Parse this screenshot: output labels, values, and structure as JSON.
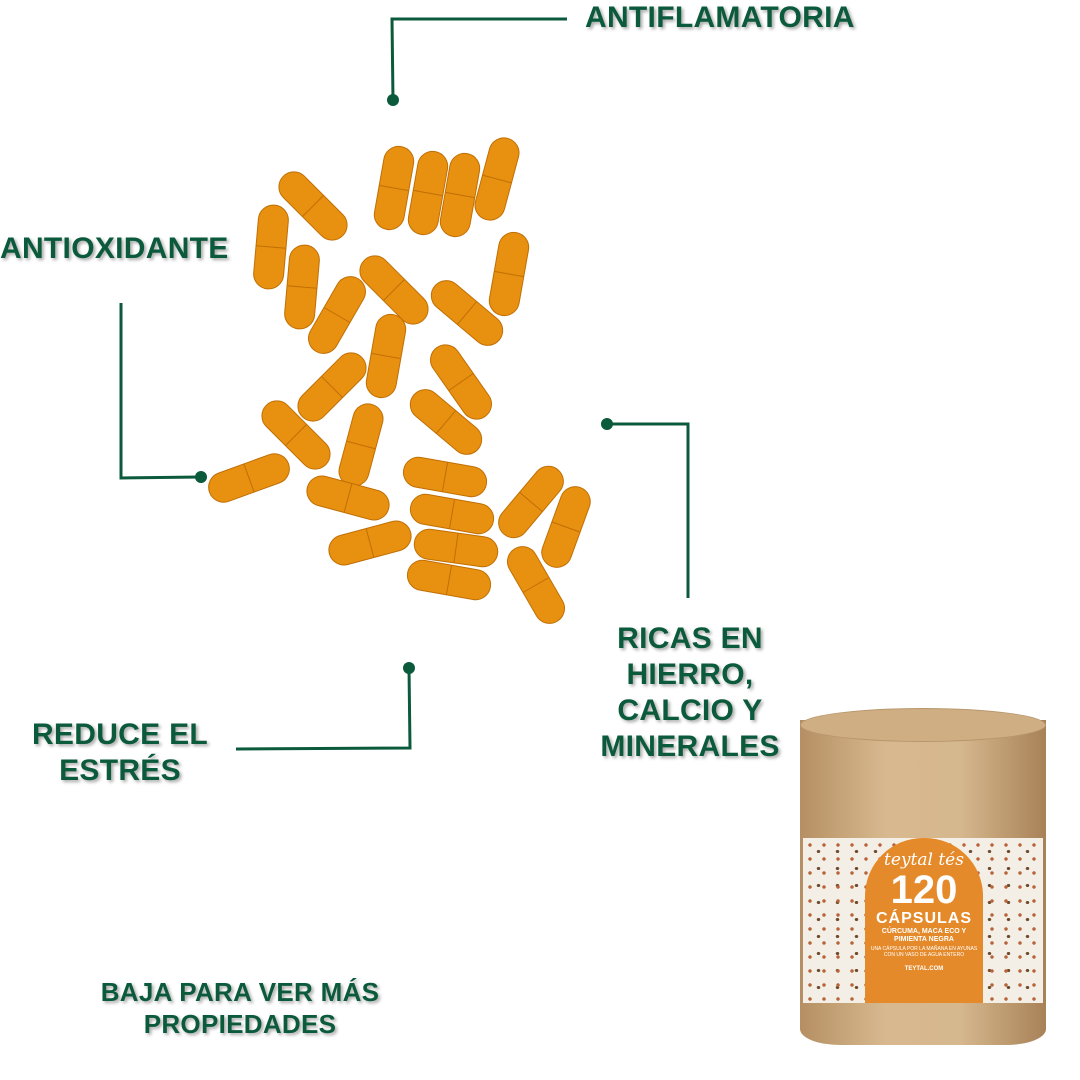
{
  "labels": {
    "antiflamatoria": "ANTIFLAMATORIA",
    "antioxidante": "ANTIOXIDANTE",
    "ricas": "RICAS EN HIERRO, CALCIO Y MINERALES",
    "reduce": "REDUCE EL ESTRÉS",
    "baja": "BAJA PARA VER MÁS PROPIEDADES"
  },
  "jar": {
    "brand": "teytal tés",
    "count": "120",
    "unit": "CÁPSULAS",
    "ingredients": "CÚRCUMA, MACA ECO Y PIMIENTA NEGRA",
    "instructions": "UNA CÁPSULA POR LA MAÑANA EN AYUNAS CON UN VASO DE AGUA ENTERO",
    "url": "TEYTAL.COM"
  },
  "colors": {
    "accent_green": "#0b5a3c",
    "capsule": "#e8900f",
    "label_orange": "#e58a2a"
  }
}
